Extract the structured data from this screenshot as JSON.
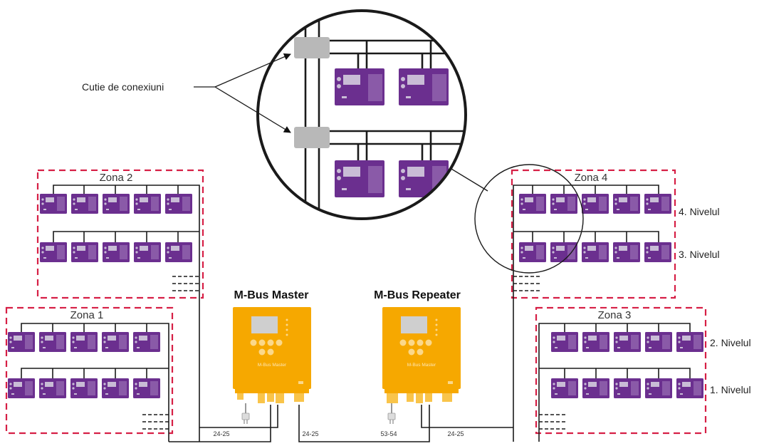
{
  "callout": {
    "label": "Cutie de conexiuni"
  },
  "zones": {
    "zone1": "Zona 1",
    "zone2": "Zona 2",
    "zone3": "Zona 3",
    "zone4": "Zona 4"
  },
  "levels": {
    "level1": "1. Nivelul",
    "level2": "2. Nivelul",
    "level3": "3. Nivelul",
    "level4": "4. Nivelul"
  },
  "devices": {
    "master_title": "M-Bus Master",
    "repeater_title": "M-Bus Repeater",
    "master_body_text": "M-Bus Master",
    "repeater_body_text": "M-Bus Master"
  },
  "terminals": {
    "t1": "24-25",
    "t2": "24-25",
    "t3": "53-54",
    "t4": "24-25"
  },
  "colors": {
    "zone_border": "#d61f45",
    "meter": "#6b2f8f",
    "meter_dark": "#55237a",
    "device": "#f6a800",
    "device_terminal": "#f9c44a",
    "wire": "#1a1a1a",
    "junction_box": "#b8b8b8"
  }
}
